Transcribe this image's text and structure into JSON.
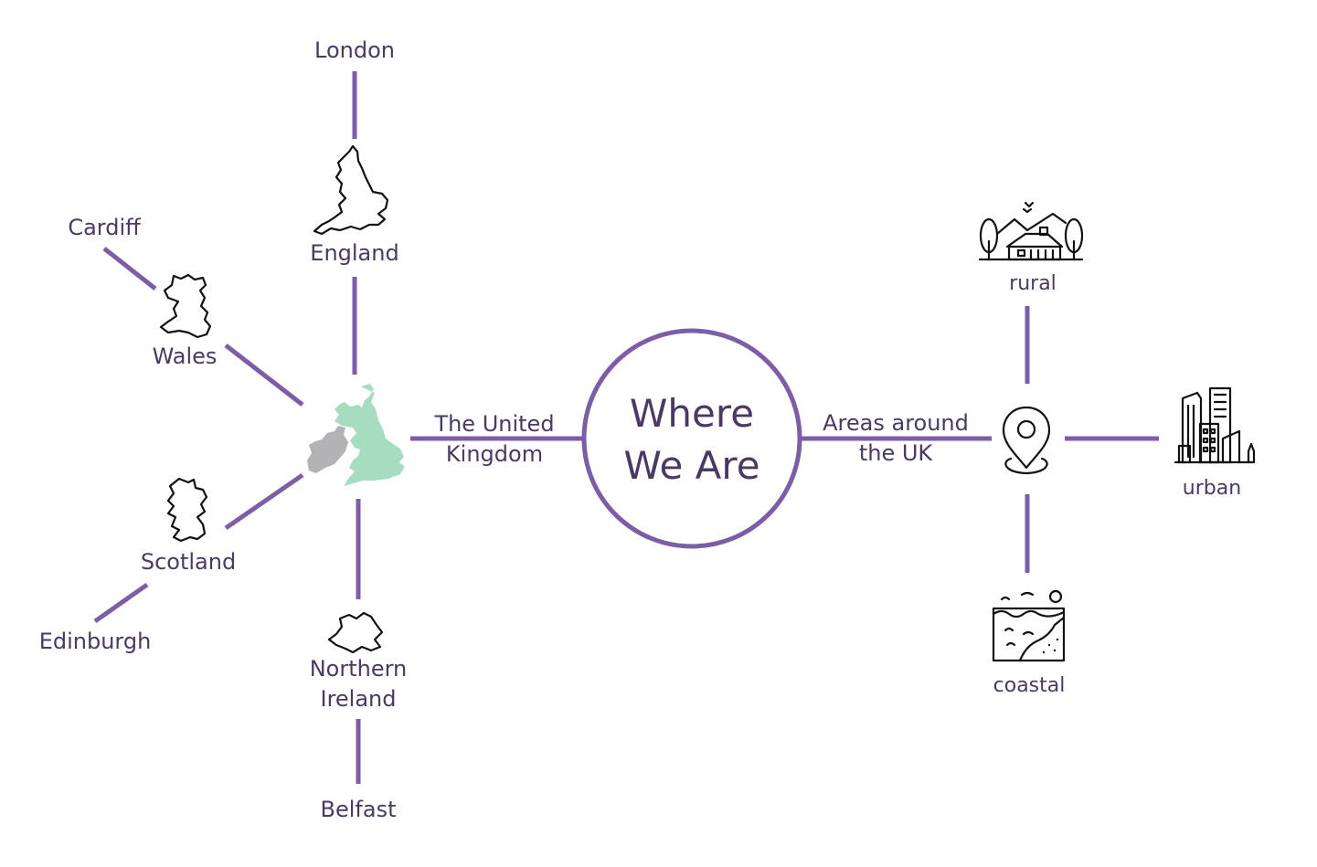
{
  "colors": {
    "connector": "#7b5ea7",
    "text": "#4a3a63",
    "britain_fill": "#a6dcc0",
    "ireland_fill": "#b3b3b6"
  },
  "center": {
    "line1": "Where",
    "line2": "We Are"
  },
  "branches": {
    "uk": {
      "line1": "The United",
      "line2": "Kingdom",
      "icon": "uk-map-icon"
    },
    "areas": {
      "line1": "Areas around",
      "line2": "the UK",
      "icon": "location-pin-icon"
    }
  },
  "countries": {
    "england": {
      "label": "England",
      "capital": "London",
      "icon": "england-map-icon"
    },
    "wales": {
      "label": "Wales",
      "capital": "Cardiff",
      "icon": "wales-map-icon"
    },
    "scotland": {
      "label": "Scotland",
      "capital": "Edinburgh",
      "icon": "scotland-map-icon"
    },
    "northern_ireland": {
      "line1": "Northern",
      "line2": "Ireland",
      "capital": "Belfast",
      "icon": "northern-ireland-map-icon"
    }
  },
  "areas": {
    "rural": {
      "label": "rural",
      "icon": "countryside-house-icon"
    },
    "urban": {
      "label": "urban",
      "icon": "city-buildings-icon"
    },
    "coastal": {
      "label": "coastal",
      "icon": "coast-icon"
    }
  }
}
